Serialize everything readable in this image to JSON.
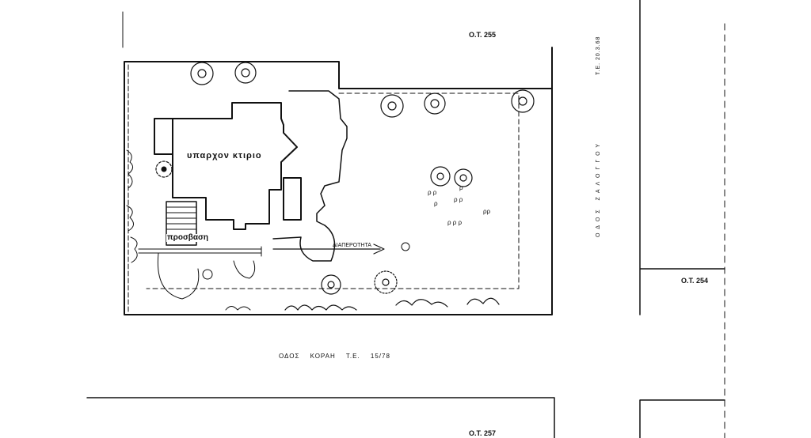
{
  "blocks": {
    "top": "Ο.Τ. 255",
    "right": "Ο.Τ. 254",
    "bottom": "Ο.Τ. 257"
  },
  "streets": {
    "bottom_street": "ΟΔΟΣ ΚΟΡΑΗ Τ.Ε. 15/78",
    "right_street_name": "ΟΔΟΣ ΖΑΛΟΓΓΟΥ",
    "right_street_ref": "Τ.Ε. 20.3.68"
  },
  "plan_labels": {
    "existing_building": "υπαρχον κτιριο",
    "entrance": "προσβαση",
    "permeability": "ΔΙΑΠΕΡΟΤΗΤΑ"
  }
}
